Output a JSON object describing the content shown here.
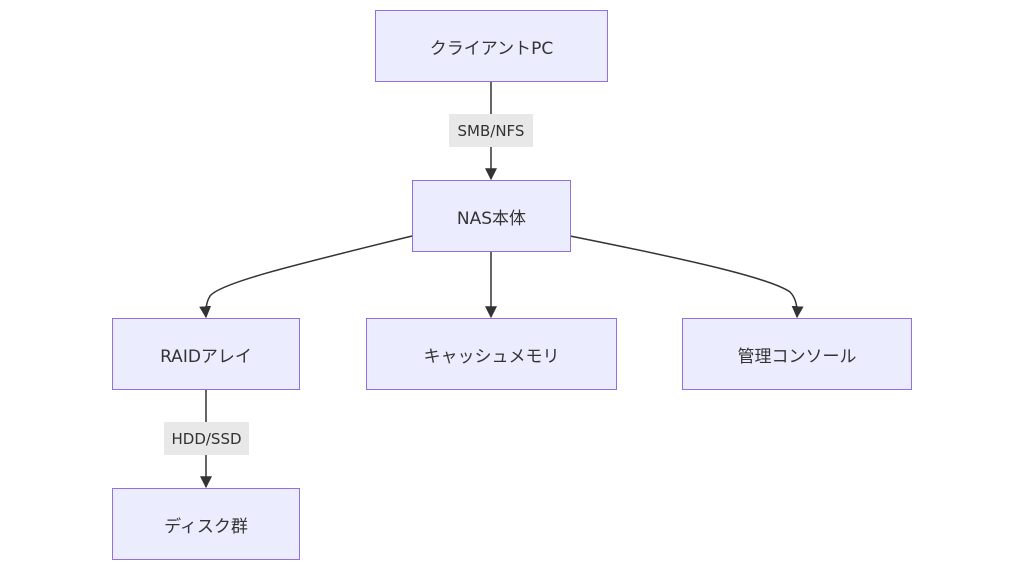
{
  "diagram": {
    "nodes": {
      "client_pc": "クライアントPC",
      "nas": "NAS本体",
      "raid": "RAIDアレイ",
      "cache": "キャッシュメモリ",
      "console": "管理コンソール",
      "disks": "ディスク群"
    },
    "edge_labels": {
      "client_to_nas": "SMB/NFS",
      "raid_to_disks": "HDD/SSD"
    },
    "edges": [
      {
        "from": "client_pc",
        "to": "nas",
        "label": "SMB/NFS"
      },
      {
        "from": "nas",
        "to": "raid"
      },
      {
        "from": "nas",
        "to": "cache"
      },
      {
        "from": "nas",
        "to": "console"
      },
      {
        "from": "raid",
        "to": "disks",
        "label": "HDD/SSD"
      }
    ],
    "colors": {
      "node_fill": "#ECECFF",
      "node_border": "#9370DB",
      "edge": "#333333",
      "label_bg": "#e8e8e8",
      "text": "#333333"
    }
  }
}
